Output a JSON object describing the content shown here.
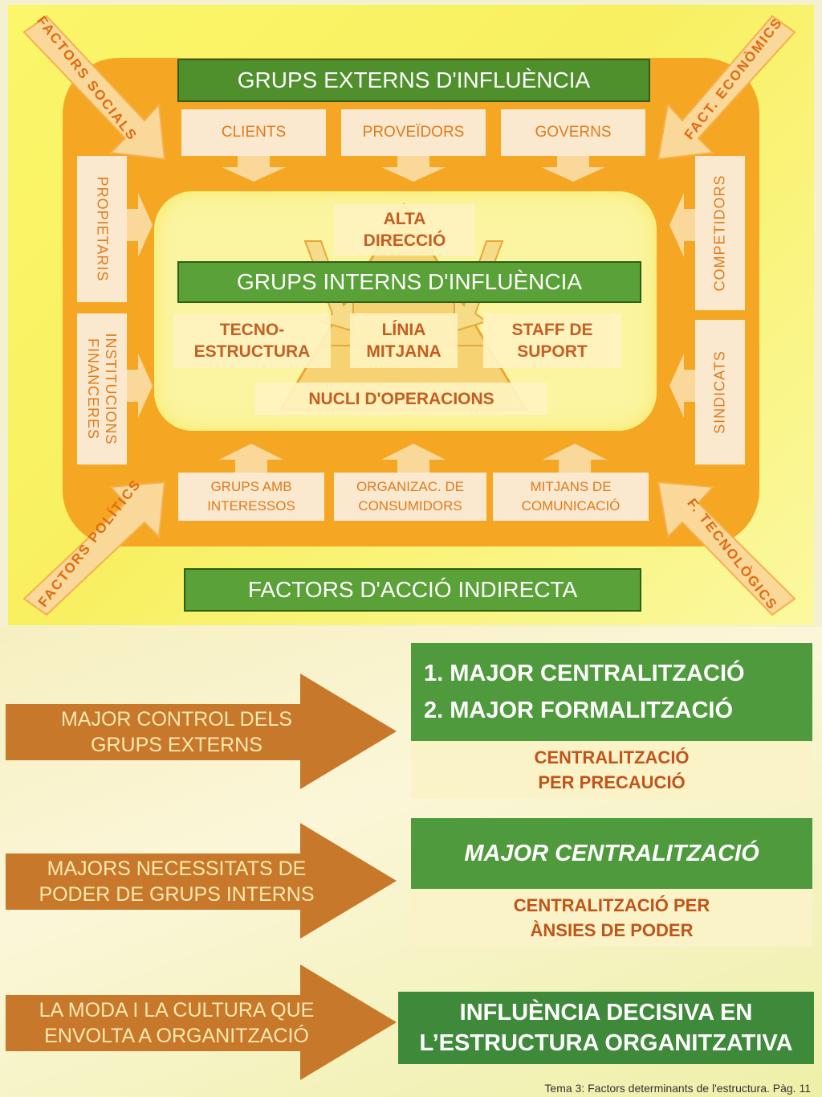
{
  "top": {
    "external_title": "GRUPS EXTERNS D'INFLUÈNCIA",
    "external_top": [
      "CLIENTS",
      "PROVEÏDORS",
      "GOVERNS"
    ],
    "external_left": [
      "PROPIETARIS",
      "INSTITUCIONS FINANCERES"
    ],
    "external_right": [
      "COMPETIDORS",
      "SINDICATS"
    ],
    "external_bottom": [
      "GRUPS AMB INTERESSOS",
      "ORGANIZAC. DE CONSUMIDORS",
      "MITJANS DE COMUNICACIÓ"
    ],
    "internal_title": "GRUPS INTERNS D'INFLUÈNCIA",
    "alta_direccio": "ALTA DIRECCIÓ",
    "tecno_estructura": "TECNO-ESTRUCTURA",
    "linia_mitjana": "LÍNIA MITJANA",
    "staff_suport": "STAFF DE SUPORT",
    "nucli": "NUCLI D'OPERACIONS",
    "indirect_title": "FACTORS D'ACCIÓ INDIRECTA",
    "corners": {
      "top_left": "FACTORS SOCIALS",
      "top_right": "FACT. ECONÒMICS",
      "bottom_left": "FACTORS POLÍTICS",
      "bottom_right": "F. TECNOLÒGICS"
    }
  },
  "rows": [
    {
      "cause": "MAJOR CONTROL DELS GRUPS EXTERNS",
      "effects": [
        "1. MAJOR CENTRALITZACIÓ",
        "2. MAJOR FORMALITZACIÓ"
      ],
      "note": "CENTRALITZACIÓ PER PRECAUCIÓ"
    },
    {
      "cause": "MAJORS NECESSITATS DE PODER DE GRUPS INTERNS",
      "effects": [
        "MAJOR CENTRALITZACIÓ"
      ],
      "note": "CENTRALITZACIÓ PER ÀNSIES DE PODER"
    },
    {
      "cause": "LA MODA I LA CULTURA QUE ENVOLTA A ORGANITZACIÓ",
      "effects": [
        "INFLUÈNCIA DECISIVA EN L’ESTRUCTURA ORGANITZATIVA"
      ]
    }
  ],
  "footer": "Tema 3: Factors determinants de l'estructura. Pàg. 11",
  "colors": {
    "orange": "#f5a623",
    "yellow": "#faf36a",
    "green": "#4f8f2c",
    "brown_arrow": "#c8782a"
  }
}
